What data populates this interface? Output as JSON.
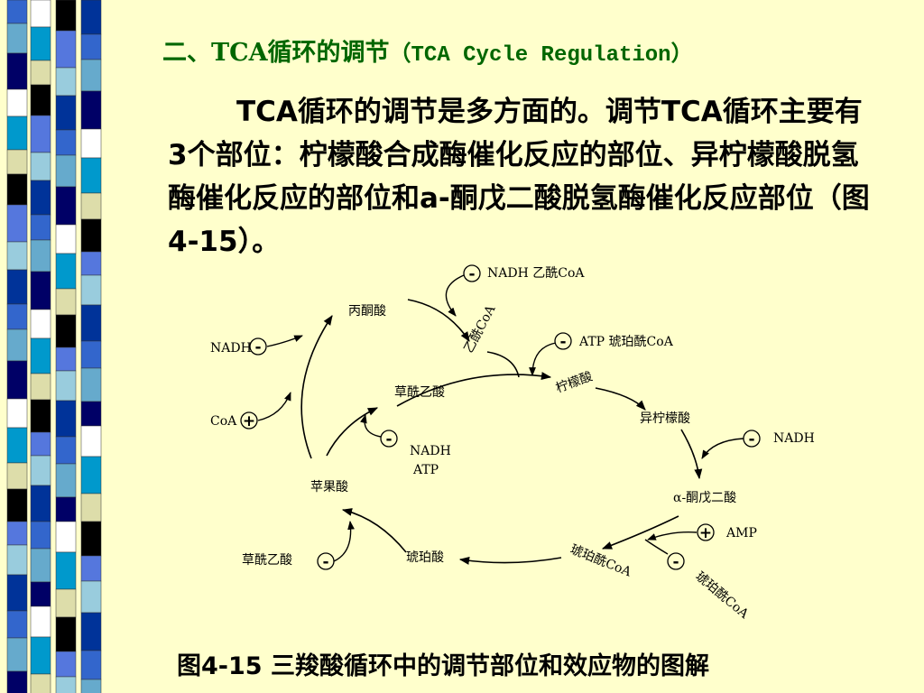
{
  "slide": {
    "title_cn": "二、TCA循环的调节",
    "title_en": "（TCA Cycle Regulation）",
    "body": "TCA循环的调节是多方面的。调节TCA循环主要有3个部位：柠檬酸合成酶催化反应的部位、异柠檬酸脱氢酶催化反应的部位和a-酮戊二酸脱氢酶催化反应部位（图4-15）。",
    "caption": "图4-15 三羧酸循环中的调节部位和效应物的图解"
  },
  "diagram": {
    "nodes": {
      "pyruvate": "丙酮酸",
      "acetyl_coa": "乙酰CoA",
      "citrate": "柠檬酸",
      "isocitrate": "异柠檬酸",
      "akg": "α-酮戊二酸",
      "succinyl_coa": "琥珀酰CoA",
      "succinate": "琥珀酸",
      "malate": "苹果酸",
      "oxaloacetate_top": "草酰乙酸",
      "oxaloacetate_bottom": "草酰乙酸"
    },
    "effectors": {
      "pdh_inhibitors": "NADH 乙酰CoA",
      "cs_inhibitors": "ATP 琥珀酰CoA",
      "pc_inhibitor": "NADH",
      "pc_activator": "CoA",
      "mdh_inhibitor_1": "NADH",
      "mdh_inhibitor_2": "ATP",
      "idh_inhibitor": "NADH",
      "akgdh_activator": "AMP",
      "akgdh_inhibitor": "琥珀酰CoA"
    },
    "signs": {
      "minus": "-",
      "plus": "+"
    }
  }
}
